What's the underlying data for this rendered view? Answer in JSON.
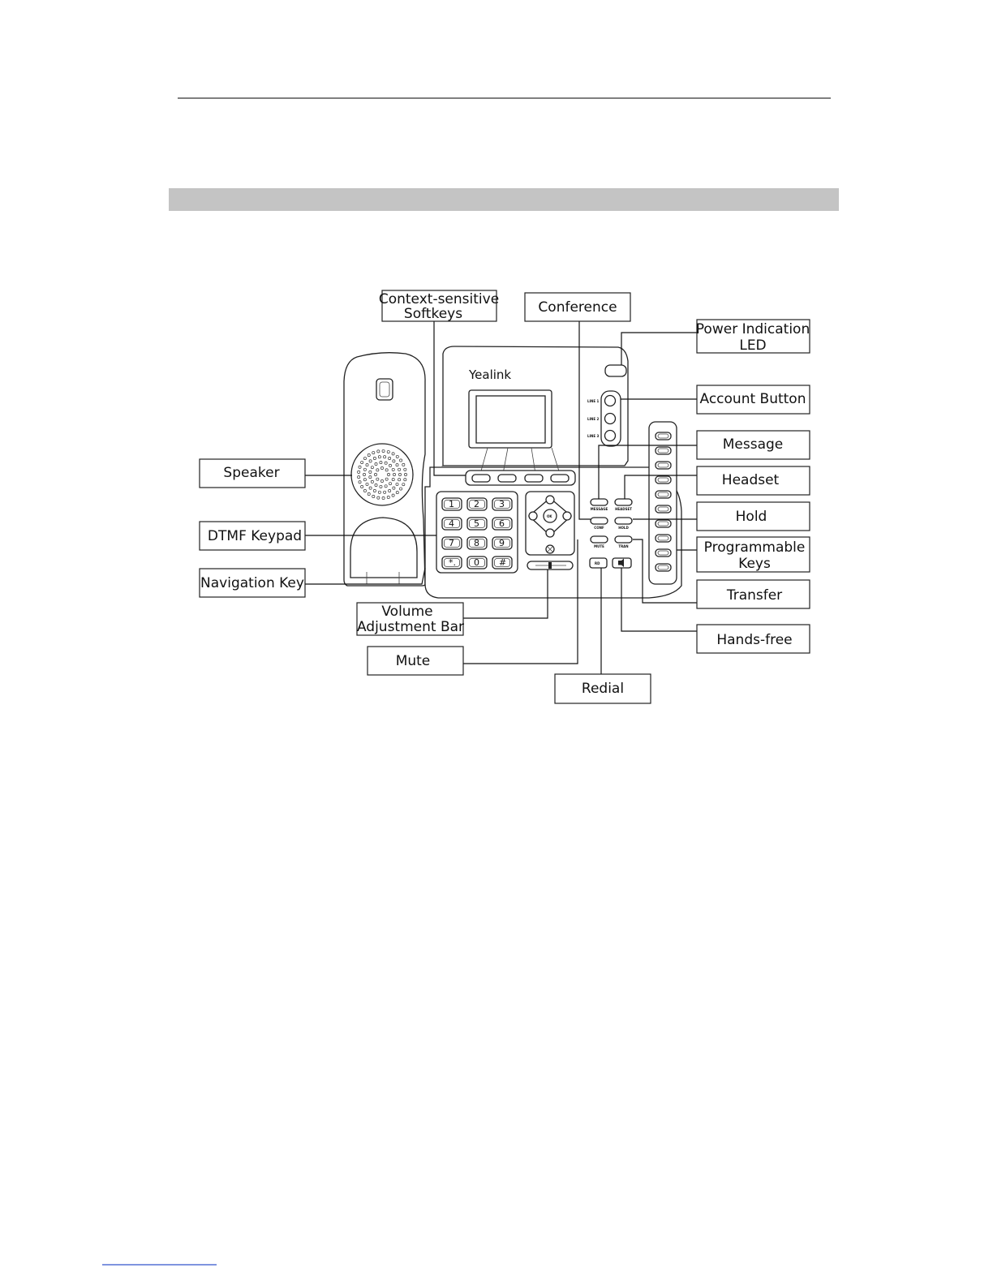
{
  "device": {
    "brand": "Yealink",
    "line_labels": [
      "LINE 1",
      "LINE 2",
      "LINE 3"
    ],
    "keypad": [
      "1",
      "2",
      "3",
      "4",
      "5",
      "6",
      "7",
      "8",
      "9",
      "*.",
      "0",
      "#"
    ],
    "function_keys": [
      "MESSAGE",
      "HEADSET",
      "CONF",
      "HOLD",
      "MUTE",
      "TRAN"
    ],
    "redial_key": "RD",
    "nav_ok": "OK"
  },
  "callouts": {
    "softkeys": [
      "Context-sensitive",
      "Softkeys"
    ],
    "conference": "Conference",
    "power_led": [
      "Power Indication",
      "LED"
    ],
    "account": "Account Button",
    "message": "Message",
    "headset": "Headset",
    "hold": "Hold",
    "programmable": [
      "Programmable",
      "Keys"
    ],
    "transfer": "Transfer",
    "handsfree": "Hands-free",
    "speaker": "Speaker",
    "dtmf": "DTMF Keypad",
    "navigation": "Navigation Key",
    "volume": [
      "Volume",
      "Adjustment Bar"
    ],
    "mute": "Mute",
    "redial": "Redial"
  }
}
